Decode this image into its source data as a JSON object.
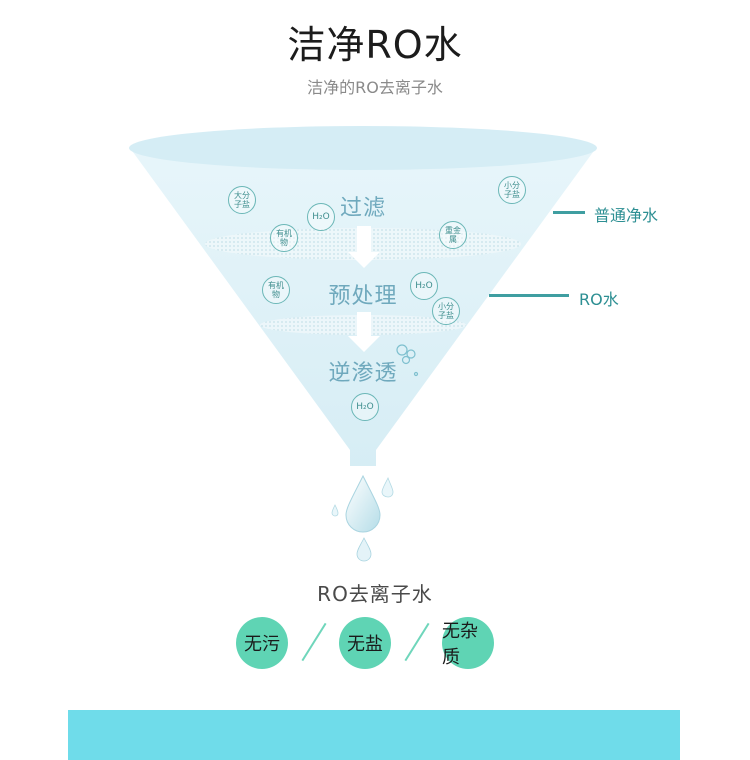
{
  "title": "洁净RO水",
  "subtitle": "洁净的RO去离子水",
  "stages": [
    {
      "label": "过滤"
    },
    {
      "label": "预处理"
    },
    {
      "label": "逆渗透"
    }
  ],
  "side_labels": {
    "normal": "普通净水",
    "ro": "RO水"
  },
  "badges": [
    {
      "text": "大分子盐"
    },
    {
      "text": "小分子盐"
    },
    {
      "text": "H₂O"
    },
    {
      "text": "有机物"
    },
    {
      "text": "重金属"
    },
    {
      "text": "有机物"
    },
    {
      "text": "H₂O"
    },
    {
      "text": "小分子盐"
    },
    {
      "text": "H₂O"
    }
  ],
  "water_label": "RO去离子水",
  "properties": [
    {
      "label": "无污"
    },
    {
      "label": "无盐"
    },
    {
      "label": "无杂质"
    }
  ],
  "colors": {
    "funnel": "#d7eff6",
    "accent": "#3f9ea1",
    "badge_fill": "#5fd4b4",
    "bottom_bar": "#6fdcea"
  }
}
